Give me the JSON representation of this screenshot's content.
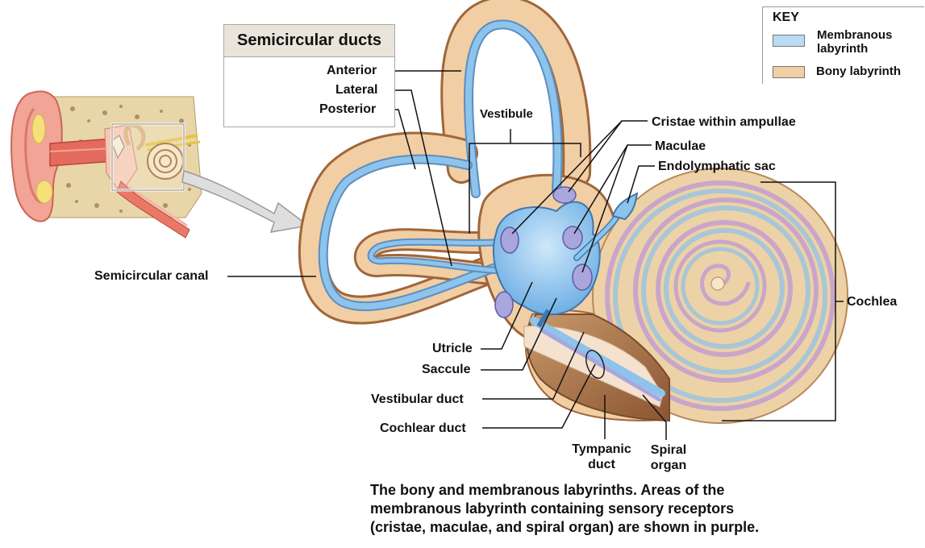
{
  "key": {
    "title": "KEY",
    "items": [
      {
        "line1": "Membranous",
        "line2": "labyrinth",
        "color": "#b8dcf4"
      },
      {
        "line1": "Bony labyrinth",
        "color": "#f2cea4"
      }
    ]
  },
  "semicircular_ducts": {
    "title": "Semicircular ducts",
    "items": [
      "Anterior",
      "Lateral",
      "Posterior"
    ]
  },
  "labels": {
    "vestibule": "Vestibule",
    "cristae": "Cristae within ampullae",
    "maculae": "Maculae",
    "endolymphatic_sac": "Endolymphatic sac",
    "semicircular_canal": "Semicircular canal",
    "cochlea": "Cochlea",
    "utricle": "Utricle",
    "saccule": "Saccule",
    "vestibular_duct": "Vestibular duct",
    "cochlear_duct": "Cochlear duct",
    "tympanic_duct_1": "Tympanic",
    "tympanic_duct_2": "duct",
    "spiral_organ_1": "Spiral",
    "spiral_organ_2": "organ"
  },
  "caption": [
    "The bony and membranous labyrinths. Areas of the",
    "membranous labyrinth containing sensory receptors",
    "(cristae, maculae, and spiral organ) are shown in purple."
  ],
  "colors": {
    "bony": "#f2cea4",
    "bony_dark": "#a0663a",
    "membranous": "#8ec3ec",
    "sensory": "#a9a6dd",
    "cochlea_tan": "#ecd2a6"
  }
}
